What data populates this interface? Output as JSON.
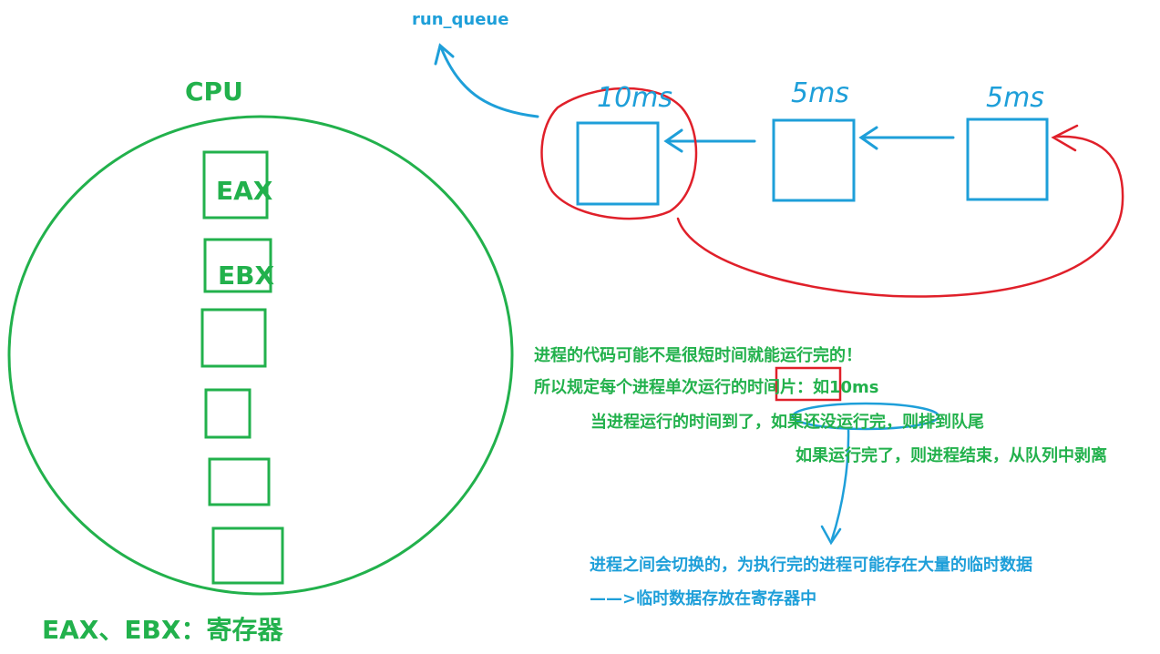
{
  "queue": {
    "label": "run_queue",
    "slices": [
      "10ms",
      "5ms",
      "5ms"
    ]
  },
  "cpu": {
    "title": "CPU",
    "registers": [
      "EAX",
      "EBX"
    ],
    "footer": "EAX、EBX：寄存器"
  },
  "notes": {
    "line1": "进程的代码可能不是很短时间就能运行完的！",
    "line2_prefix": "所以规定每个进程单次运行的",
    "line2_highlight": "时间片",
    "line2_suffix": "：如10ms",
    "line3": "当进程运行的时间到了，如果还没运行完，则排到队尾",
    "line4": "如果运行完了，则进程结束，从队列中剥离"
  },
  "switch_note": {
    "line1": "进程之间会切换的，为执行完的进程可能存在大量的临时数据",
    "line2": "——>临时数据存放在寄存器中"
  },
  "colors": {
    "green": "#22b14c",
    "blue": "#1e9fd9",
    "red": "#e0202a"
  }
}
